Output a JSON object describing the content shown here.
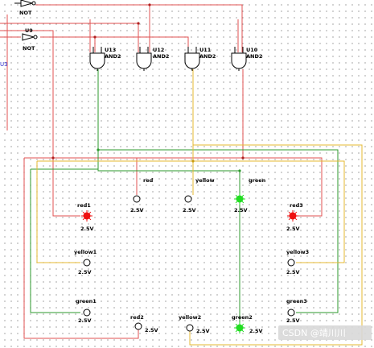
{
  "components": {
    "not_top": {
      "type": "NOT"
    },
    "u9": {
      "ref": "U9",
      "type": "NOT"
    },
    "u3_partial": "U3",
    "u13": {
      "ref": "U13",
      "type": "AND2"
    },
    "u12": {
      "ref": "U12",
      "type": "AND2"
    },
    "u11": {
      "ref": "U11",
      "type": "AND2"
    },
    "u10": {
      "ref": "U10",
      "type": "AND2"
    }
  },
  "lamps": [
    {
      "id": "red",
      "label": "red",
      "voltage": "2.5V",
      "state": "off",
      "color": ""
    },
    {
      "id": "yellow",
      "label": "yellow",
      "voltage": "2.5V",
      "state": "off",
      "color": ""
    },
    {
      "id": "green",
      "label": "green",
      "voltage": "2.5V",
      "state": "on",
      "color": "#22dd22"
    },
    {
      "id": "red1",
      "label": "red1",
      "voltage": "2.5V",
      "state": "on",
      "color": "#ee1111"
    },
    {
      "id": "red3",
      "label": "red3",
      "voltage": "2.5V",
      "state": "on",
      "color": "#ee1111"
    },
    {
      "id": "yellow1",
      "label": "yellow1",
      "voltage": "2.5V",
      "state": "off",
      "color": ""
    },
    {
      "id": "yellow3",
      "label": "yellow3",
      "voltage": "2.5V",
      "state": "off",
      "color": ""
    },
    {
      "id": "green1",
      "label": "green1",
      "voltage": "2.5V",
      "state": "off",
      "color": ""
    },
    {
      "id": "green3",
      "label": "green3",
      "voltage": "2.5V",
      "state": "off",
      "color": ""
    },
    {
      "id": "red2",
      "label": "red2",
      "voltage": "2.5V",
      "state": "off",
      "color": ""
    },
    {
      "id": "yellow2",
      "label": "yellow2",
      "voltage": "2.5V",
      "state": "off",
      "color": ""
    },
    {
      "id": "green2",
      "label": "green2",
      "voltage": "2.5V",
      "state": "on",
      "color": "#22dd22"
    }
  ],
  "colors": {
    "wire_red": "#e05050",
    "wire_green": "#2e9a2e",
    "wire_yellow": "#e6b830",
    "lamp_red_on": "#ee1111",
    "lamp_green_on": "#22dd22",
    "watermark_bg": "#d8d8d8"
  },
  "watermark": "CSDN @靖川川"
}
